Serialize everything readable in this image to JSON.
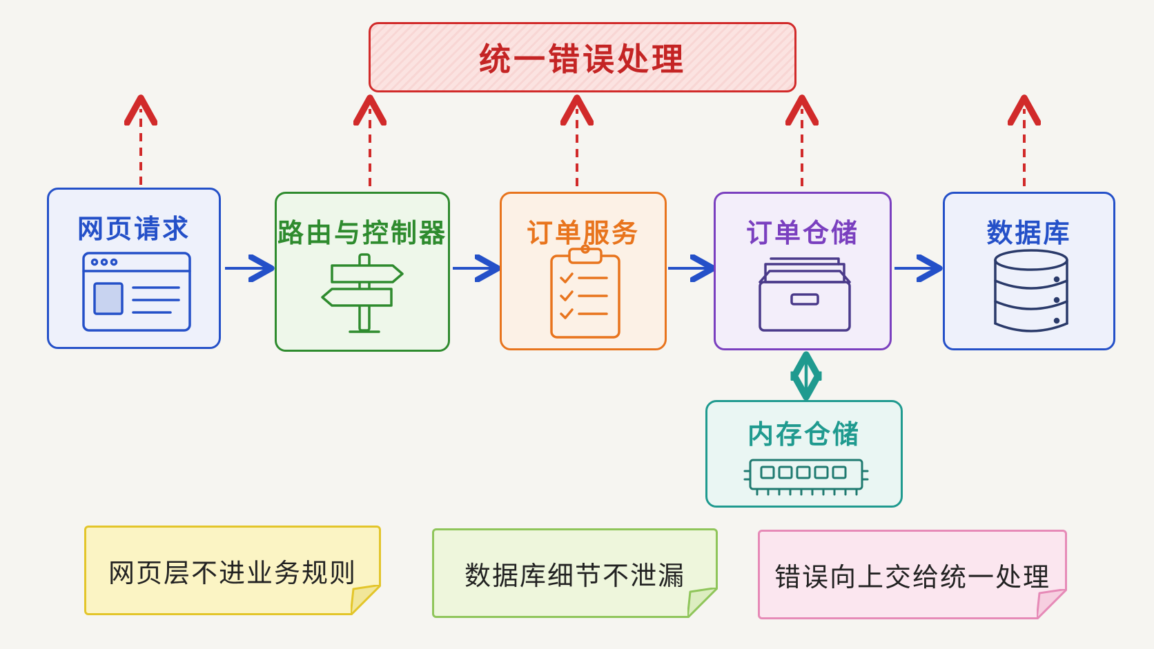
{
  "title": "统一错误处理",
  "boxes": [
    {
      "id": "web",
      "label": "网页请求",
      "icon": "browser-window-icon",
      "color": "#2450c8",
      "fill": "#eef1fb"
    },
    {
      "id": "router",
      "label": "路由与控制器",
      "icon": "signpost-icon",
      "color": "#2e8b2e",
      "fill": "#eef7ea"
    },
    {
      "id": "service",
      "label": "订单服务",
      "icon": "clipboard-checklist-icon",
      "color": "#e8741d",
      "fill": "#fcf1e6"
    },
    {
      "id": "repo",
      "label": "订单仓储",
      "icon": "file-drawer-icon",
      "color": "#7a3fbf",
      "fill": "#f3eefa"
    },
    {
      "id": "db",
      "label": "数据库",
      "icon": "database-icon",
      "color": "#2450c8",
      "fill": "#eef1fb"
    },
    {
      "id": "memory",
      "label": "内存仓储",
      "icon": "memory-chip-icon",
      "color": "#1f9a8f",
      "fill": "#eaf6f3"
    }
  ],
  "notes": [
    {
      "text": "网页层不进业务规则",
      "color": "#e3c52a",
      "fill": "#fbf4c4"
    },
    {
      "text": "数据库细节不泄漏",
      "color": "#8fc55a",
      "fill": "#eef6dc"
    },
    {
      "text": "错误向上交给统一处理",
      "color": "#e68ab7",
      "fill": "#fbe6ef"
    }
  ],
  "colors": {
    "title_text": "#c42424",
    "error_arrow": "#d12a2a",
    "flow_arrow": "#2450c8",
    "memory_arrow": "#1f9a8f"
  }
}
